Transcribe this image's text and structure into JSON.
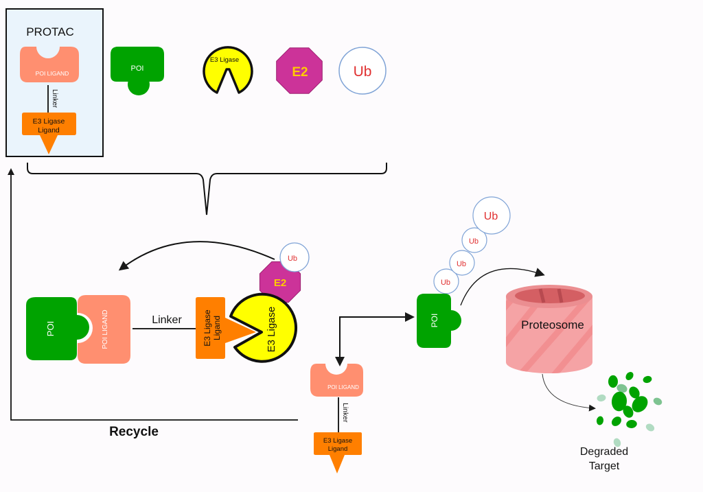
{
  "legend": {
    "protac_title": "PROTAC",
    "poi_ligand": "POI LIGAND",
    "linker": "Linker",
    "e3_ligand_line1": "E3 Ligase",
    "e3_ligand_line2": "Ligand",
    "poi": "POI",
    "e3_ligase": "E3 Ligase",
    "e2": "E2",
    "ub": "Ub"
  },
  "complex": {
    "poi": "POI",
    "poi_ligand": "POI LIGAND",
    "linker": "Linker",
    "e3_ligand_line1": "E3 Ligase",
    "e3_ligand_line2": "Ligand",
    "e3_ligase": "E3 Ligase",
    "e2": "E2",
    "ub": "Ub"
  },
  "released": {
    "poi_ligand": "POI LIGAND",
    "linker": "Linker",
    "e3_ligand_line1": "E3 Ligase",
    "e3_ligand_line2": "Ligand"
  },
  "tagged": {
    "poi": "POI",
    "ub_chain": [
      "Ub",
      "Ub",
      "Ub",
      "Ub"
    ]
  },
  "proteasome_label": "Proteosome",
  "degraded_line1": "Degraded",
  "degraded_line2": "Target",
  "recycle_label": "Recycle",
  "colors": {
    "poi_green": "#00a300",
    "poi_ligand_salmon": "#ff8f70",
    "e3_ligand_orange": "#ff7f00",
    "e3_ligase_yellow": "#ffff00",
    "e2_magenta": "#cc3399",
    "e2_text": "#ffcc00",
    "ub_text": "#e03030",
    "ub_border": "#7fa3d6",
    "proteasome_pink": "#f2888a",
    "legend_box_bg": "#eaf4fc"
  }
}
